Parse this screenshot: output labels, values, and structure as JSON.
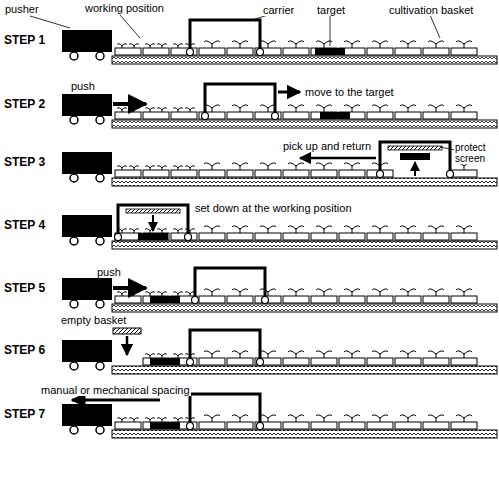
{
  "diagram": {
    "labels": [
      "pusher",
      "working position",
      "carrier",
      "target",
      "cultivation basket",
      "STEP 1",
      "STEP 2",
      "STEP 3",
      "STEP 4",
      "STEP 5",
      "STEP 6",
      "STEP 7",
      "push",
      "move to the target",
      "pick up and return",
      "protect screen",
      "set down at the working position",
      "push",
      "empty basket",
      "manual or mechanical spacing"
    ]
  }
}
